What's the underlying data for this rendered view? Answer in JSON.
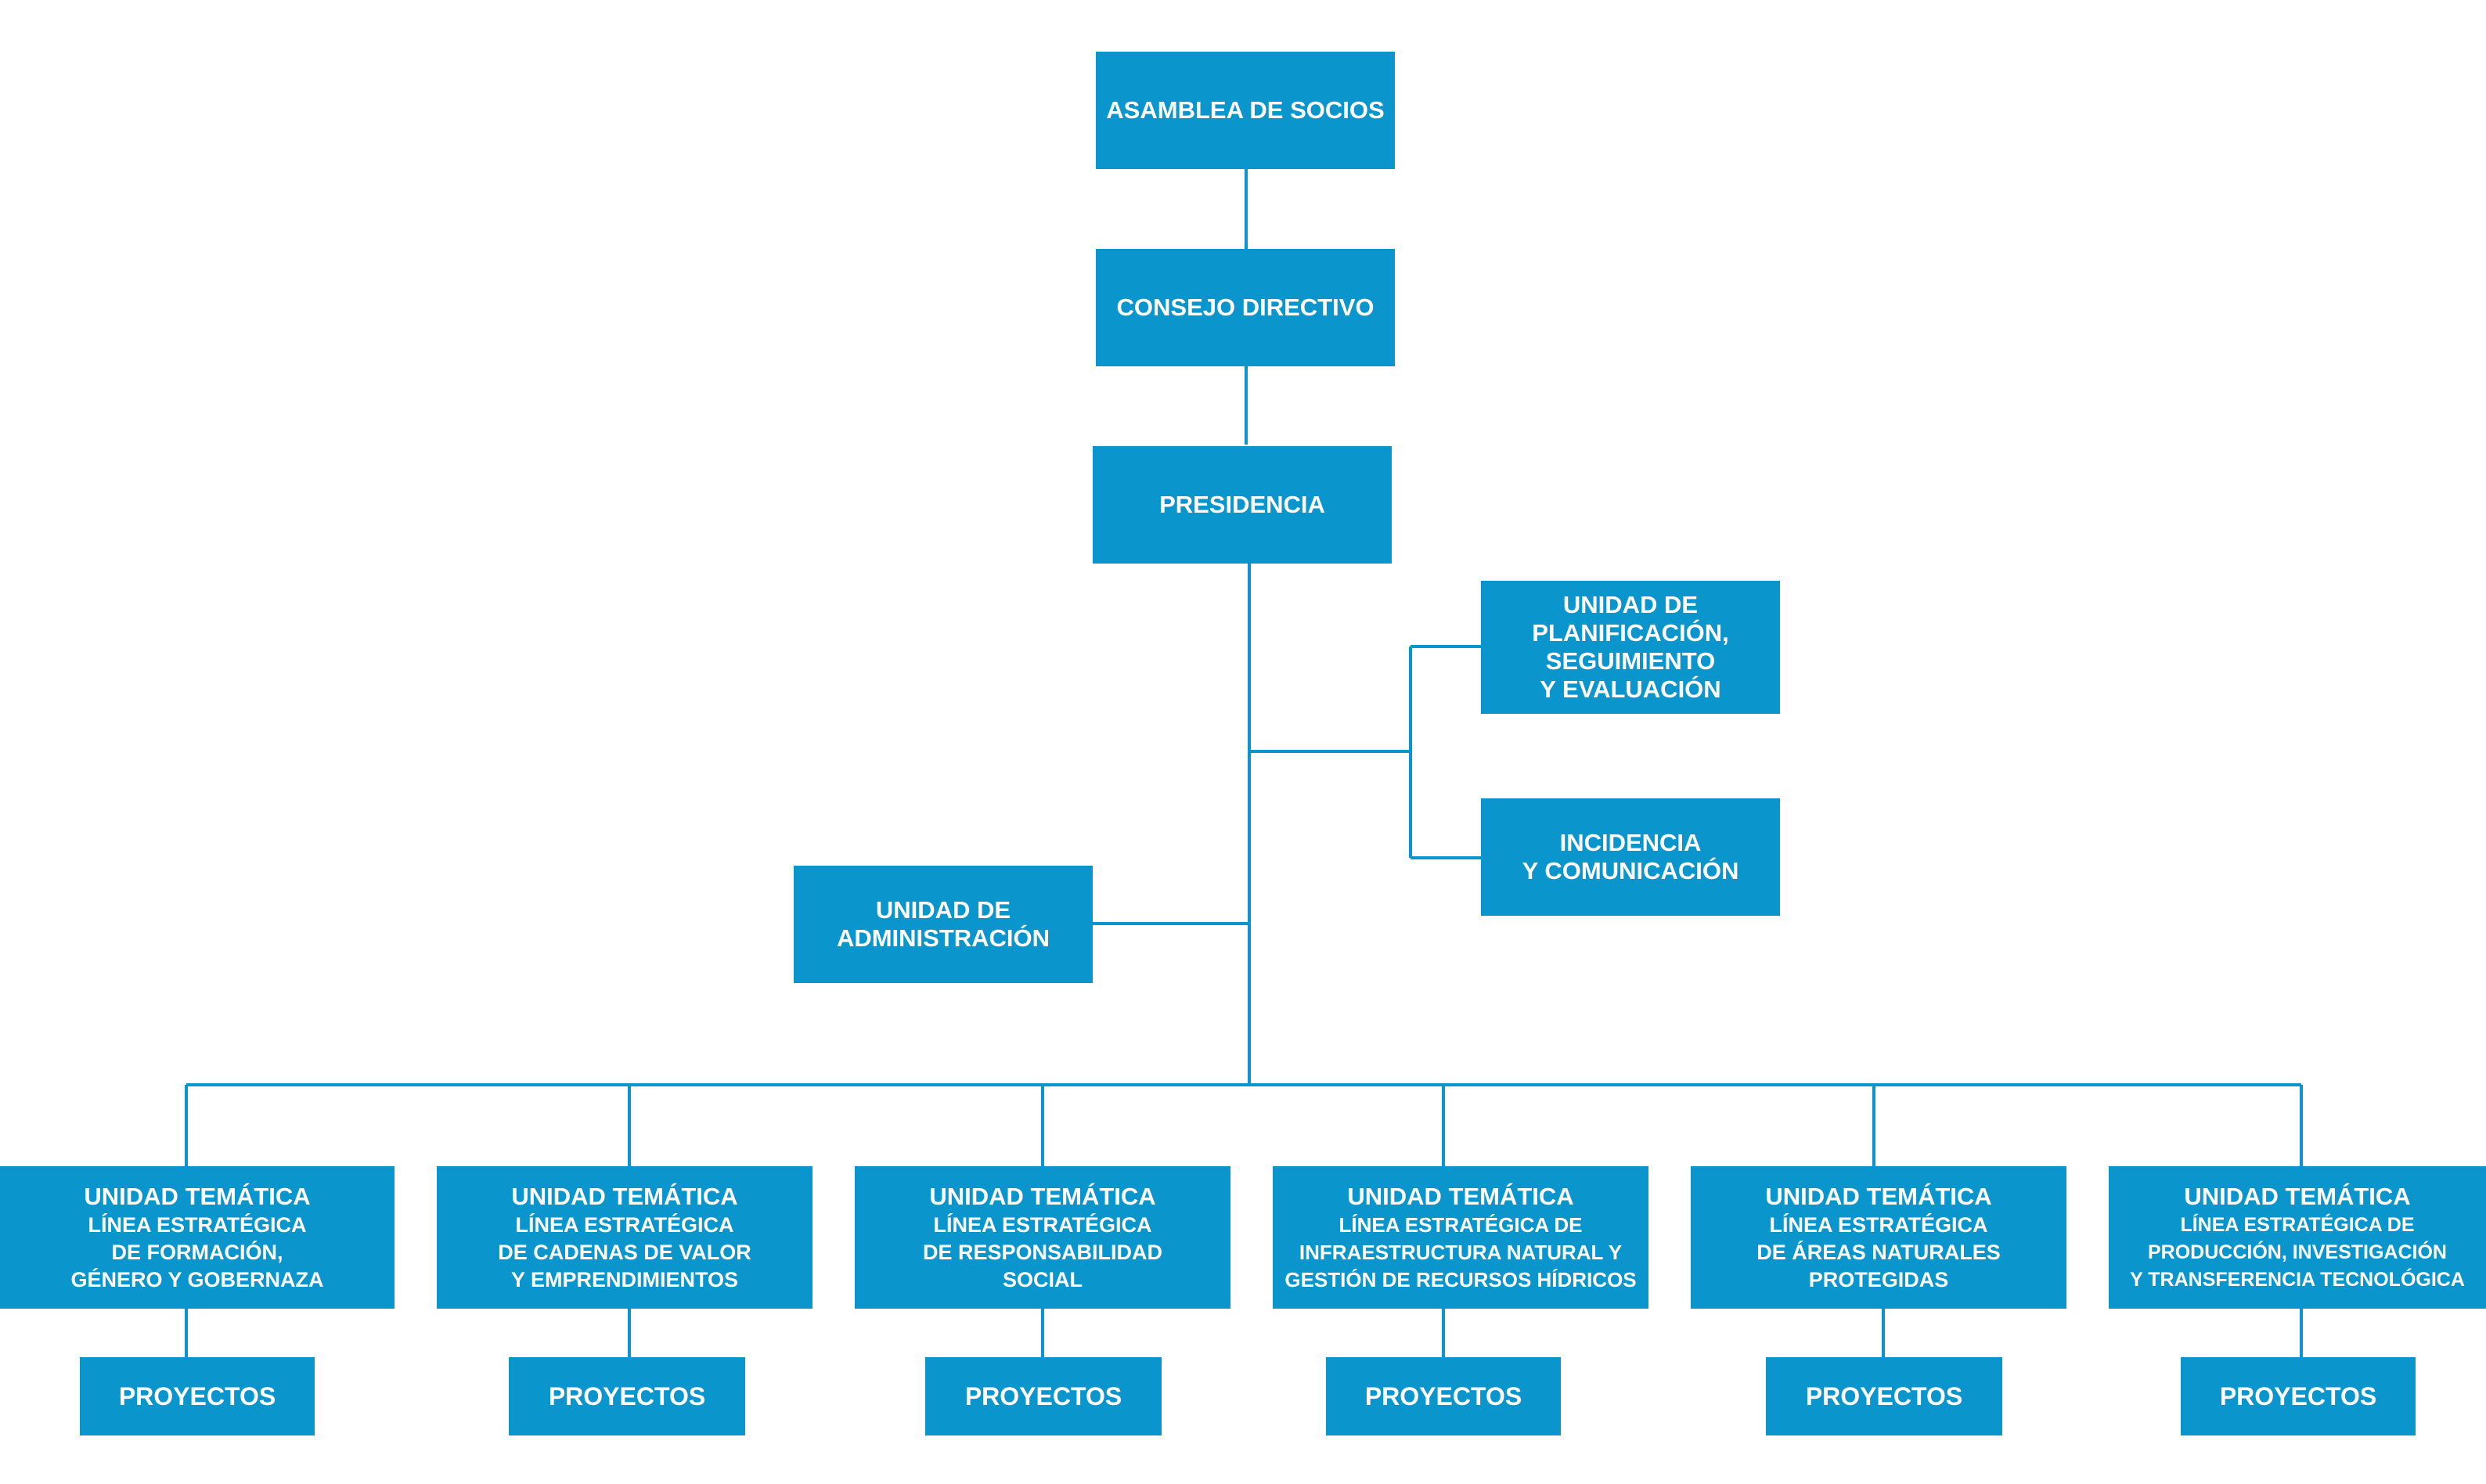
{
  "colors": {
    "box": "#0a95cd",
    "text": "#ffffff",
    "line": "#0a95cd",
    "background": "#ffffff"
  },
  "top": {
    "asamblea": "ASAMBLEA DE SOCIOS",
    "consejo": "CONSEJO DIRECTIVO",
    "presidencia": "PRESIDENCIA"
  },
  "staff": {
    "planificacion": [
      "UNIDAD DE",
      "PLANIFICACIÓN,",
      "SEGUIMIENTO",
      "Y EVALUACIÓN"
    ],
    "incidencia": [
      "INCIDENCIA",
      "Y COMUNICACIÓN"
    ],
    "administracion": [
      "UNIDAD DE",
      "ADMINISTRACIÓN"
    ]
  },
  "units": [
    {
      "title": "UNIDAD TEMÁTICA",
      "lines": [
        "LÍNEA ESTRATÉGICA",
        "DE FORMACIÓN,",
        "GÉNERO Y GOBERNAZA"
      ],
      "child": "PROYECTOS"
    },
    {
      "title": "UNIDAD TEMÁTICA",
      "lines": [
        "LÍNEA ESTRATÉGICA",
        "DE CADENAS DE VALOR",
        "Y EMPRENDIMIENTOS"
      ],
      "child": "PROYECTOS"
    },
    {
      "title": "UNIDAD TEMÁTICA",
      "lines": [
        "LÍNEA ESTRATÉGICA",
        "DE RESPONSABILIDAD",
        "SOCIAL"
      ],
      "child": "PROYECTOS"
    },
    {
      "title": "UNIDAD TEMÁTICA",
      "lines": [
        "LÍNEA ESTRATÉGICA DE",
        "INFRAESTRUCTURA NATURAL Y",
        "GESTIÓN DE RECURSOS HÍDRICOS"
      ],
      "child": "PROYECTOS"
    },
    {
      "title": "UNIDAD TEMÁTICA",
      "lines": [
        "LÍNEA ESTRATÉGICA",
        "DE ÁREAS NATURALES",
        "PROTEGIDAS"
      ],
      "child": "PROYECTOS"
    },
    {
      "title": "UNIDAD TEMÁTICA",
      "lines": [
        "LÍNEA ESTRATÉGICA DE",
        "PRODUCCIÓN, INVESTIGACIÓN",
        "Y TRANSFERENCIA TECNOLÓGICA"
      ],
      "child": "PROYECTOS"
    }
  ]
}
